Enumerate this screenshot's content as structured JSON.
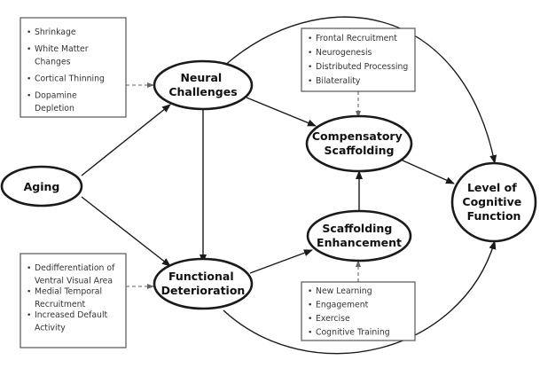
{
  "colors": {
    "stroke": "#1a1a1a",
    "box_stroke": "#555555",
    "text": "#111111",
    "list_text": "#333333",
    "dashed": "#666666",
    "background": "#ffffff"
  },
  "nodes": {
    "aging": [
      "Aging"
    ],
    "neural_challenges": [
      "Neural",
      "Challenges"
    ],
    "functional_deterioration": [
      "Functional",
      "Deterioration"
    ],
    "compensatory_scaffolding": [
      "Compensatory",
      "Scaffolding"
    ],
    "scaffolding_enhancement": [
      "Scaffolding",
      "Enhancement"
    ],
    "level_of_cognitive_function": [
      "Level of",
      "Cognitive",
      "Function"
    ]
  },
  "boxes": {
    "neural_challenges_factors": [
      [
        "Shrinkage"
      ],
      [
        "White Matter",
        "Changes"
      ],
      [
        "Cortical Thinning"
      ],
      [
        "Dopamine",
        "Depletion"
      ]
    ],
    "functional_deterioration_factors": [
      [
        "Dedifferentiation of",
        "Ventral Visual Area"
      ],
      [
        "Medial Temporal",
        "Recruitment"
      ],
      [
        "Increased Default",
        "Activity"
      ]
    ],
    "compensatory_scaffolding_factors": [
      [
        "Frontal Recruitment"
      ],
      [
        "Neurogenesis"
      ],
      [
        "Distributed Processing"
      ],
      [
        "Bilaterality"
      ]
    ],
    "scaffolding_enhancement_factors": [
      [
        "New Learning"
      ],
      [
        "Engagement"
      ],
      [
        "Exercise"
      ],
      [
        "Cognitive Training"
      ]
    ]
  },
  "bullet_symbol": "•"
}
